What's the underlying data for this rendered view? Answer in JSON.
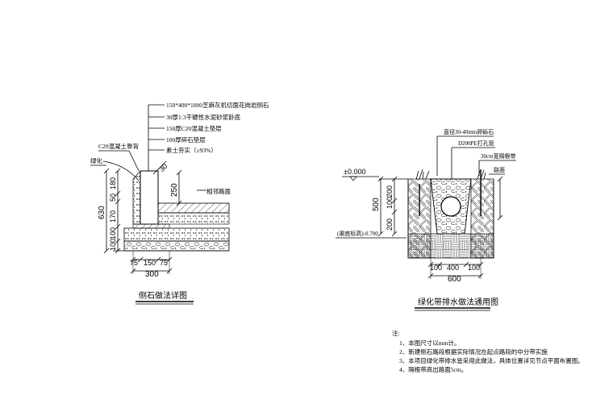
{
  "left_diagram": {
    "layers": [
      "150*400*1000芝麻灰机切面花岗岩侧石",
      "30厚1:3干硬性水泥砂浆卧底",
      "150厚C20混凝土垫层",
      "100厚碎石垫层",
      "素土夯实（≥93%）"
    ],
    "label_backfill": "C20混凝土靠背",
    "label_green": "绿化",
    "label_road": "相邻路面",
    "dim_top": "30",
    "dim_250": "250",
    "dim_630": "630",
    "dim_180": "180",
    "dim_50": "50",
    "dim_170": "170",
    "dim_100a": "100",
    "dim_100b": "100",
    "dim_75a": "75",
    "dim_150": "150",
    "dim_75b": "75",
    "dim_300": "300",
    "caption": "侧石做法详图"
  },
  "right_diagram": {
    "label_gravel": "直径30-40mm卵砾石",
    "label_pipe": "D200PE打孔管",
    "label_belt": "30cm宽隔根带",
    "label_road": "路面",
    "level_zero": "±0.000",
    "level_bottom": "(渠底标高)-0.700",
    "dim_500": "500",
    "dim_200a": "200",
    "dim_200b": "200",
    "dim_100": "100",
    "dim_100l": "100",
    "dim_400": "400",
    "dim_100r": "100",
    "dim_600": "600",
    "caption": "绿化带排水做法通用图"
  },
  "notes": {
    "heading": "注:",
    "items": [
      "1、本图尺寸以mm计。",
      "2、新建侧石路段根据实际情况在起点路段的中分带实施",
      "3、本项目绿化带排水皆采用此做法，具体位置详见节点平面布置图。",
      "4、隔根带高出路面5cm。"
    ]
  }
}
